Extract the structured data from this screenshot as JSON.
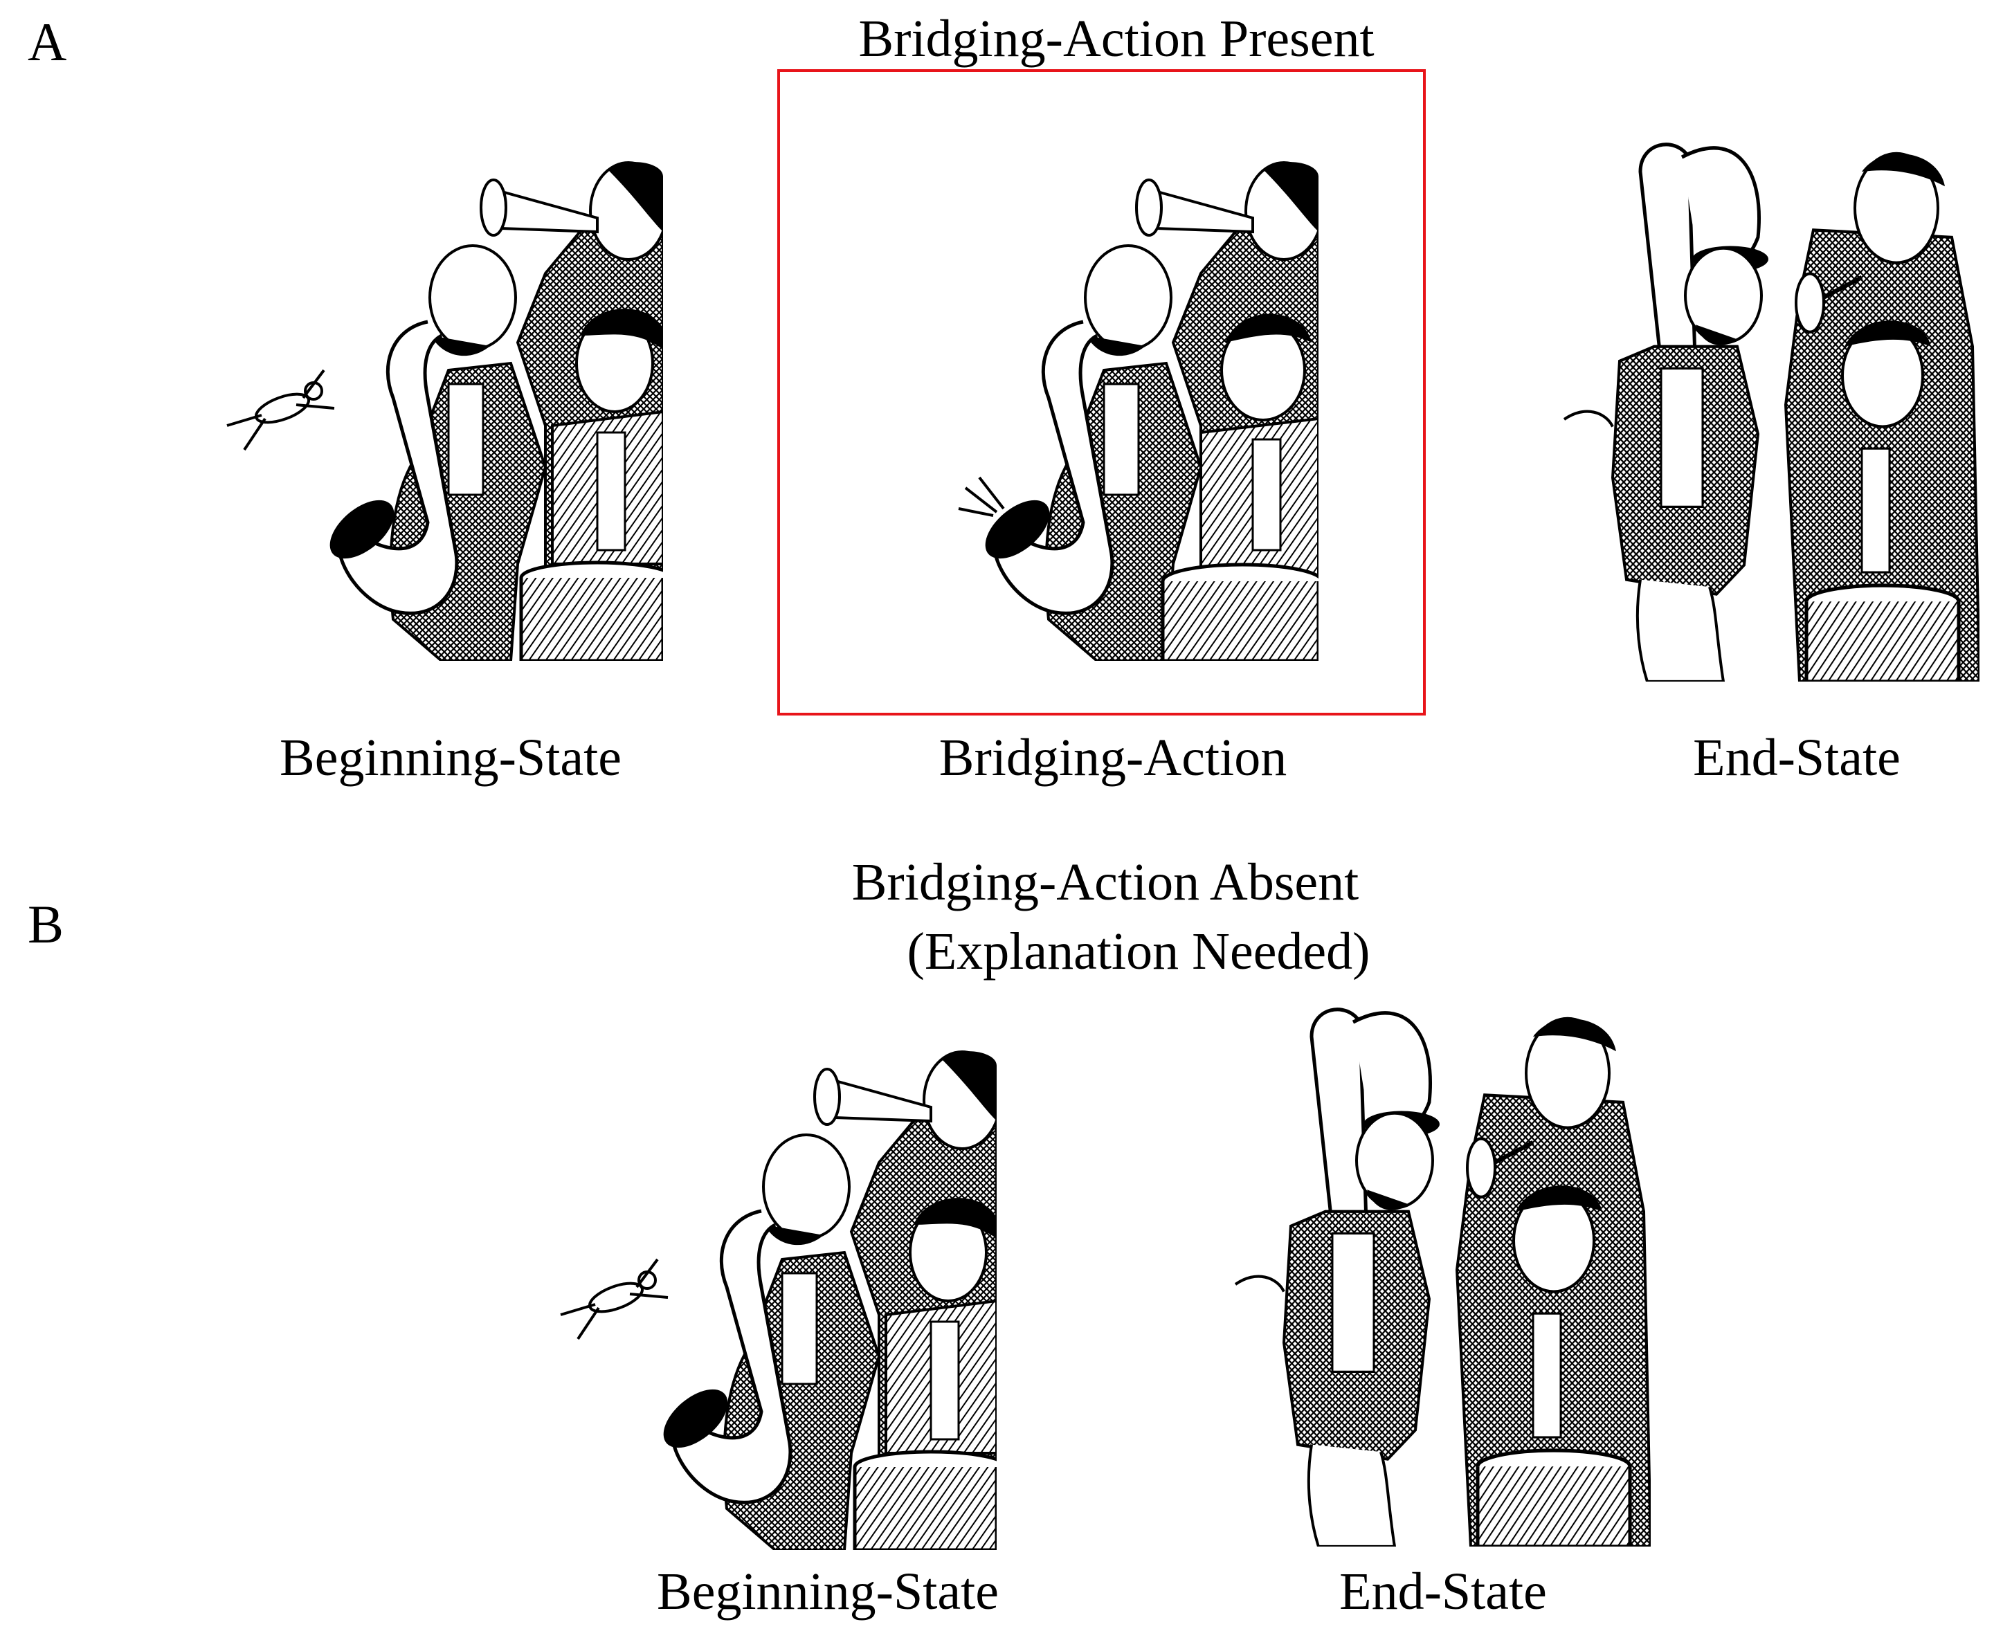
{
  "figure": {
    "section_a": {
      "letter": "A",
      "title": "Bridging-Action Present",
      "captions": {
        "beginning": "Beginning-State",
        "bridging": "Bridging-Action",
        "end": "End-State"
      }
    },
    "section_b": {
      "letter": "B",
      "title_line1": "Bridging-Action Absent",
      "title_line2": "(Explanation Needed)",
      "captions": {
        "beginning": "Beginning-State",
        "end": "End-State"
      }
    },
    "colors": {
      "highlight_frame": "#e8141a",
      "ink": "#000000",
      "background": "#ffffff"
    }
  }
}
